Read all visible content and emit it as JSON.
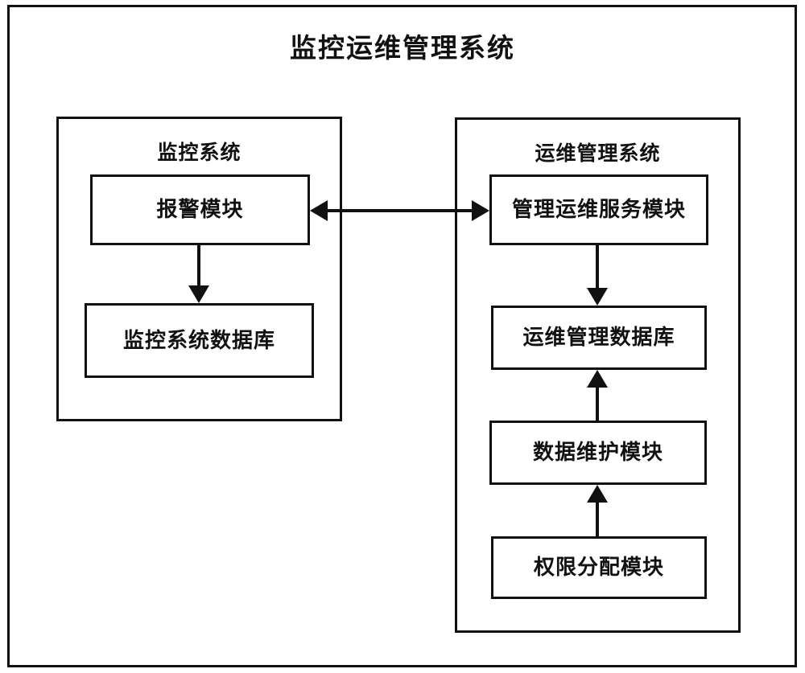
{
  "figure": {
    "title": "监控运维管理系统",
    "line_color": "#111111",
    "background_color": "#ffffff"
  },
  "monitoring_subsystem": {
    "title": "监控系统",
    "modules": [
      {
        "label": "报警模块"
      },
      {
        "label": "监控系统数据库"
      }
    ]
  },
  "operations_subsystem": {
    "title": "运维管理系统",
    "modules": [
      {
        "label": "管理运维服务模块"
      },
      {
        "label": "运维管理数据库"
      },
      {
        "label": "数据维护模块"
      },
      {
        "label": "权限分配模块"
      }
    ]
  },
  "connections": [
    {
      "name": "alarm-to-monitor-db",
      "direction": "down"
    },
    {
      "name": "alarm-service-bidirectional",
      "direction": "both"
    },
    {
      "name": "service-to-ops-db",
      "direction": "down"
    },
    {
      "name": "maintenance-to-ops-db",
      "direction": "up"
    },
    {
      "name": "permission-to-maintenance",
      "direction": "up"
    }
  ]
}
